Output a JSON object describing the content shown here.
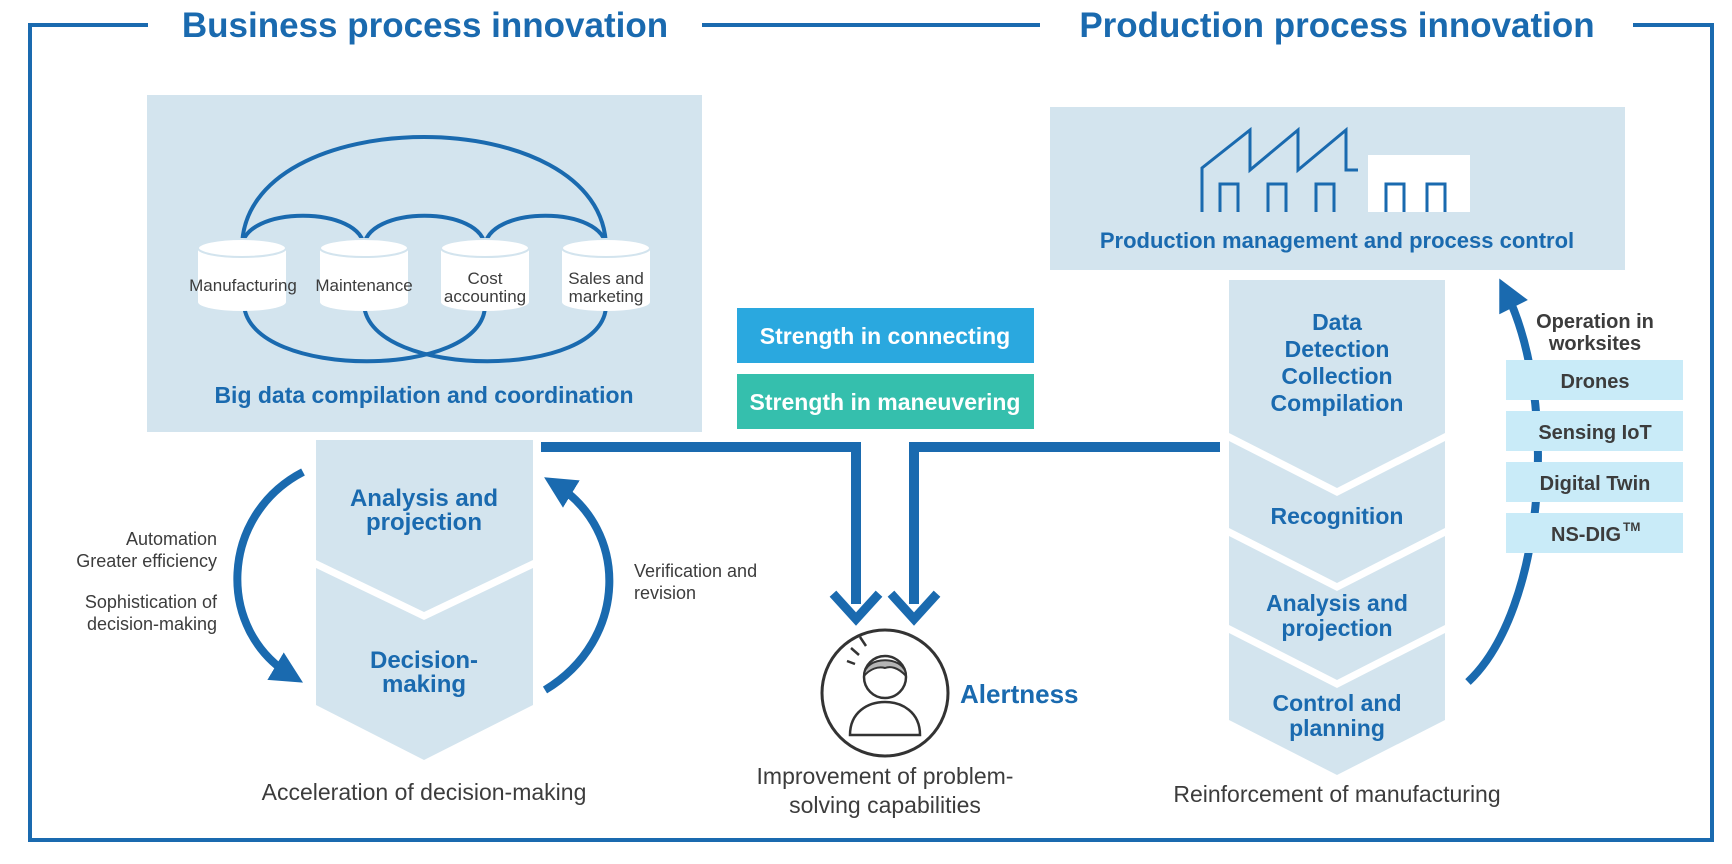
{
  "headings": {
    "business": "Business process innovation",
    "production": "Production process innovation"
  },
  "bigdata": {
    "db1": "Manufacturing",
    "db2": "Maintenance",
    "db3_l1": "Cost",
    "db3_l2": "accounting",
    "db4_l1": "Sales and",
    "db4_l2": "marketing",
    "caption": "Big data compilation and coordination"
  },
  "left_flow": {
    "step1_l1": "Analysis and",
    "step1_l2": "projection",
    "step2_l1": "Decision-",
    "step2_l2": "making",
    "left_l1": "Automation",
    "left_l2": "Greater efficiency",
    "left_l3": "Sophistication of",
    "left_l4": "decision-making",
    "right_l1": "Verification and",
    "right_l2": "revision",
    "caption": "Acceleration of decision-making"
  },
  "center": {
    "connecting": "Strength in connecting",
    "maneuvering": "Strength in maneuvering",
    "alertness": "Alertness",
    "caption_l1": "Improvement of problem-",
    "caption_l2": "solving capabilities"
  },
  "production": {
    "factory_caption": "Production management and process control",
    "step1_l1": "Data",
    "step1_l2": "Detection",
    "step1_l3": "Collection",
    "step1_l4": "Compilation",
    "step2": "Recognition",
    "step3_l1": "Analysis and",
    "step3_l2": "projection",
    "step4_l1": "Control and",
    "step4_l2": "planning",
    "caption": "Reinforcement of manufacturing",
    "ops_l1": "Operation in",
    "ops_l2": "worksites",
    "tags": [
      "Drones",
      "Sensing IoT",
      "Digital Twin",
      "NS-DIG"
    ],
    "tm": "TM"
  },
  "colors": {
    "blue": "#1a6aaf",
    "light_panel": "#d3e4ee",
    "tag_bg": "#c9ebf8",
    "connect_bg": "#2aa8df",
    "maneuver_bg": "#35bfad",
    "text_gray": "#3c3c3c"
  }
}
